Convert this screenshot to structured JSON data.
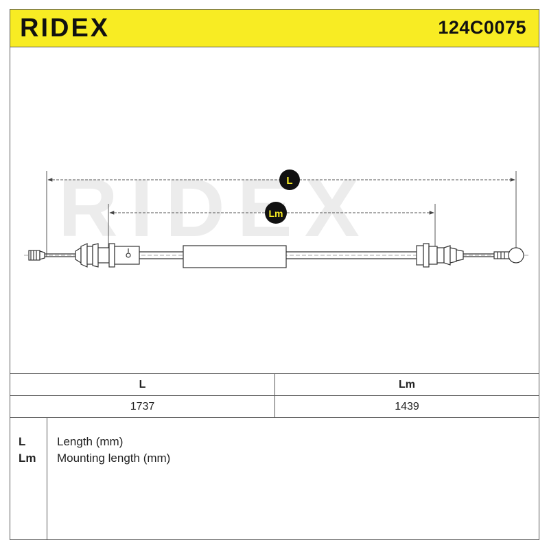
{
  "header": {
    "brand": "RIDEX",
    "part_number": "124C0075",
    "colors": {
      "header_bg": "#f8ec23",
      "badge_bg": "#111111",
      "badge_text": "#f8ec23"
    }
  },
  "drawing": {
    "watermark": "RIDEX",
    "dim_L_label": "L",
    "dim_Lm_label": "Lm"
  },
  "table": {
    "headers": [
      "L",
      "Lm"
    ],
    "values": [
      "1737",
      "1439"
    ]
  },
  "legend": [
    {
      "key": "L",
      "text": "Length (mm)"
    },
    {
      "key": "Lm",
      "text": "Mounting length (mm)"
    }
  ]
}
